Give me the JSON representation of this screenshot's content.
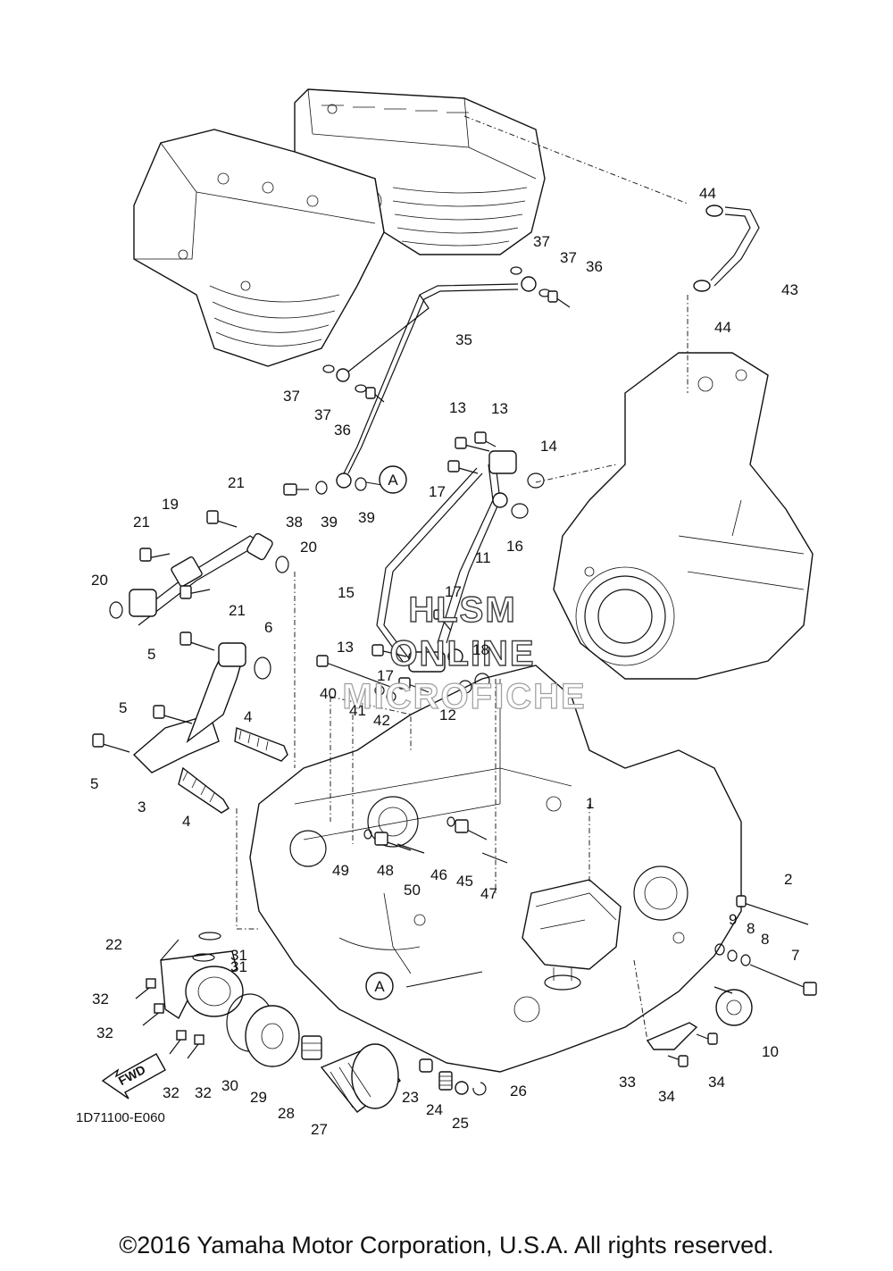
{
  "diagram_code": "1D71100-E060",
  "copyright": "©2016 Yamaha Motor Corporation, U.S.A. All rights reserved.",
  "fwd_label": "FWD",
  "ref_marker": "A",
  "watermark": {
    "line1": "HLSM",
    "line2": "ONLINE",
    "line3": "MICROFICHE"
  },
  "callouts": [
    {
      "n": "44"
    },
    {
      "n": "37"
    },
    {
      "n": "37"
    },
    {
      "n": "36"
    },
    {
      "n": "43"
    },
    {
      "n": "44"
    },
    {
      "n": "35"
    },
    {
      "n": "37"
    },
    {
      "n": "37"
    },
    {
      "n": "36"
    },
    {
      "n": "13"
    },
    {
      "n": "13"
    },
    {
      "n": "14"
    },
    {
      "n": "17"
    },
    {
      "n": "16"
    },
    {
      "n": "21"
    },
    {
      "n": "19"
    },
    {
      "n": "21"
    },
    {
      "n": "38"
    },
    {
      "n": "39"
    },
    {
      "n": "39"
    },
    {
      "n": "20"
    },
    {
      "n": "11"
    },
    {
      "n": "20"
    },
    {
      "n": "21"
    },
    {
      "n": "15"
    },
    {
      "n": "17"
    },
    {
      "n": "6"
    },
    {
      "n": "5"
    },
    {
      "n": "13"
    },
    {
      "n": "18"
    },
    {
      "n": "17"
    },
    {
      "n": "40"
    },
    {
      "n": "41"
    },
    {
      "n": "42"
    },
    {
      "n": "12"
    },
    {
      "n": "5"
    },
    {
      "n": "4"
    },
    {
      "n": "5"
    },
    {
      "n": "3"
    },
    {
      "n": "4"
    },
    {
      "n": "1"
    },
    {
      "n": "49"
    },
    {
      "n": "48"
    },
    {
      "n": "46"
    },
    {
      "n": "45"
    },
    {
      "n": "50"
    },
    {
      "n": "47"
    },
    {
      "n": "2"
    },
    {
      "n": "9"
    },
    {
      "n": "8"
    },
    {
      "n": "8"
    },
    {
      "n": "7"
    },
    {
      "n": "22"
    },
    {
      "n": "31"
    },
    {
      "n": "31"
    },
    {
      "n": "32"
    },
    {
      "n": "32"
    },
    {
      "n": "10"
    },
    {
      "n": "33"
    },
    {
      "n": "34"
    },
    {
      "n": "34"
    },
    {
      "n": "32"
    },
    {
      "n": "32"
    },
    {
      "n": "30"
    },
    {
      "n": "29"
    },
    {
      "n": "23"
    },
    {
      "n": "26"
    },
    {
      "n": "24"
    },
    {
      "n": "28"
    },
    {
      "n": "25"
    },
    {
      "n": "27"
    }
  ]
}
